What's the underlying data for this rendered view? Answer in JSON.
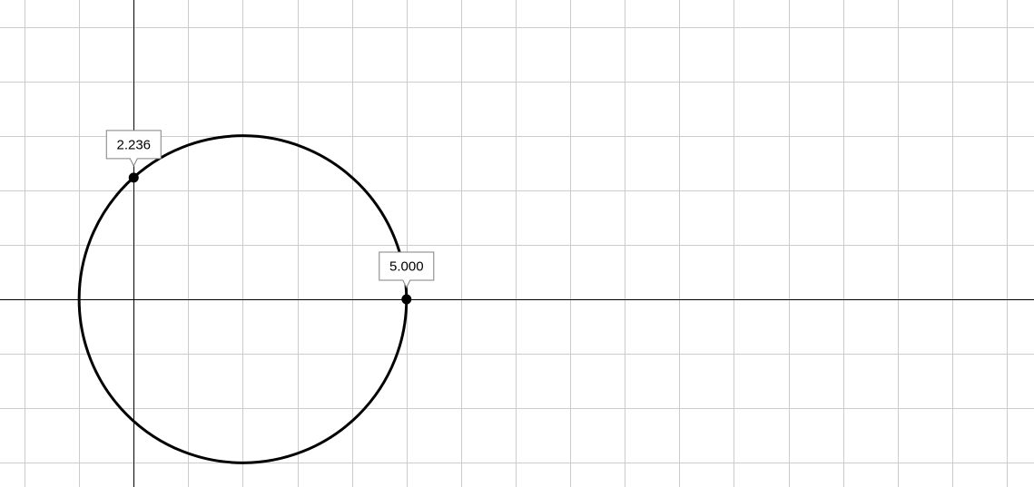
{
  "colors": {
    "background": "#ffffff",
    "grid": "#cccccc",
    "axis": "#000000",
    "curve": "#000000"
  },
  "graph": {
    "grid_step": 1,
    "x_range": [
      -2.45,
      16.5
    ],
    "y_range": [
      -3.45,
      5.5
    ],
    "circle": {
      "center": [
        2,
        0
      ],
      "radius": 3
    },
    "points": [
      {
        "x": 0,
        "y": 2.236,
        "label": "2.236"
      },
      {
        "x": 5,
        "y": 0,
        "label": "5.000"
      }
    ]
  }
}
